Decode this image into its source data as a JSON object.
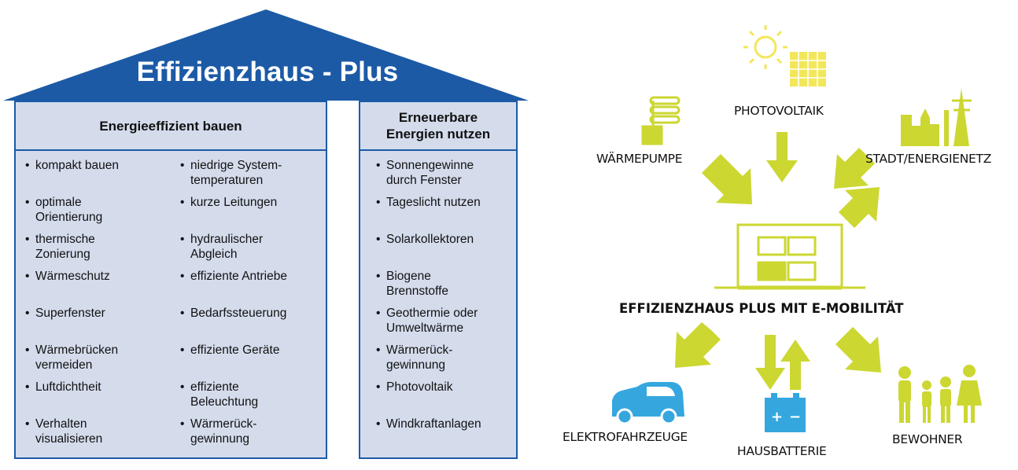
{
  "house": {
    "title": "Effizienzhaus - Plus",
    "left_panel": {
      "heading": "Energieeffizient bauen",
      "col1": [
        [
          "kompakt bauen"
        ],
        [
          "optimale",
          "Orientierung"
        ],
        [
          "thermische",
          "Zonierung"
        ],
        [
          "Wärmeschutz"
        ],
        [
          "Superfenster"
        ],
        [
          "Wärmebrücken",
          "vermeiden"
        ],
        [
          "Luftdichtheit"
        ],
        [
          "Verhalten",
          "visualisieren"
        ]
      ],
      "col2": [
        [
          "niedrige System-",
          "temperaturen"
        ],
        [
          "kurze Leitungen"
        ],
        [
          "hydraulischer",
          "Abgleich"
        ],
        [
          "effiziente Antriebe"
        ],
        [
          "Bedarfssteuerung"
        ],
        [
          "effiziente Geräte"
        ],
        [
          "effiziente",
          "Beleuchtung"
        ],
        [
          "Wärmerück-",
          "gewinnung"
        ]
      ]
    },
    "right_panel": {
      "heading_line1": "Erneuerbare",
      "heading_line2": "Energien nutzen",
      "items": [
        [
          "Sonnengewinne",
          "durch Fenster"
        ],
        [
          "Tageslicht nutzen"
        ],
        [
          "Solarkollektoren"
        ],
        [
          "Biogene",
          "Brennstoffe"
        ],
        [
          "Geothermie oder",
          "Umweltwärme"
        ],
        [
          "Wärmerück-",
          "gewinnung"
        ],
        [
          "Photovoltaik"
        ],
        [
          "Windkraftanlagen"
        ]
      ]
    }
  },
  "graphic": {
    "center_label": "EFFIZIENZHAUS PLUS MIT E-MOBILITÄT",
    "inputs": {
      "heat_pump": "WÄRMEPUMPE",
      "photovoltaic": "PHOTOVOLTAIK",
      "grid": "STADT/ENERGIENETZ"
    },
    "outputs": {
      "ev": "ELEKTROFAHRZEUGE",
      "battery": "HAUSBATTERIE",
      "residents": "BEWOHNER"
    },
    "battery_signs": {
      "plus": "+",
      "minus": "−"
    }
  },
  "colors": {
    "house_blue": "#1c5aa6",
    "panel_fill": "#d4dcec",
    "arrow_green": "#ccd732",
    "icon_yellow": "#f2e75a",
    "accent_blue": "#35a7de"
  }
}
